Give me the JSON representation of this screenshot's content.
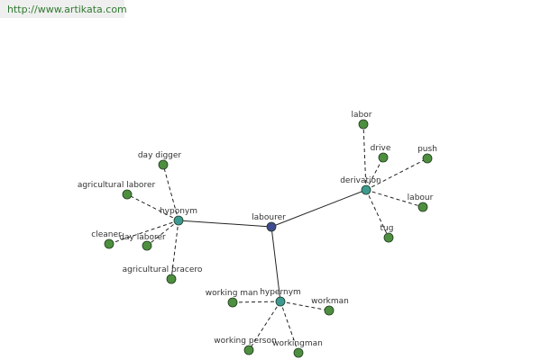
{
  "header": {
    "url": "http://www.artikata.com"
  },
  "colors": {
    "leaf_fill": "#4e8f3f",
    "relation_fill": "#3d9a93",
    "center_fill": "#3f4a8f",
    "node_stroke": "#1e3a1e",
    "edge": "#222222"
  },
  "graph": {
    "center": {
      "id": "labourer",
      "label": "labourer"
    },
    "relations": [
      {
        "id": "hyponym",
        "label": "hyponym",
        "children": [
          {
            "id": "day-digger",
            "label": "day digger"
          },
          {
            "id": "agricultural-laborer",
            "label": "agricultural laborer"
          },
          {
            "id": "cleaner",
            "label": "cleaner"
          },
          {
            "id": "day-laborer",
            "label": "day laborer"
          },
          {
            "id": "agricultural-bracero",
            "label": "agricultural bracero"
          }
        ]
      },
      {
        "id": "derivation",
        "label": "derivation",
        "children": [
          {
            "id": "labor",
            "label": "labor"
          },
          {
            "id": "drive",
            "label": "drive"
          },
          {
            "id": "push",
            "label": "push"
          },
          {
            "id": "labour",
            "label": "labour"
          },
          {
            "id": "tug",
            "label": "tug"
          }
        ]
      },
      {
        "id": "hypernym",
        "label": "hypernym",
        "children": [
          {
            "id": "working-man",
            "label": "working man"
          },
          {
            "id": "workman",
            "label": "workman"
          },
          {
            "id": "working-person",
            "label": "working person"
          },
          {
            "id": "workingman",
            "label": "workingman"
          }
        ]
      }
    ]
  }
}
